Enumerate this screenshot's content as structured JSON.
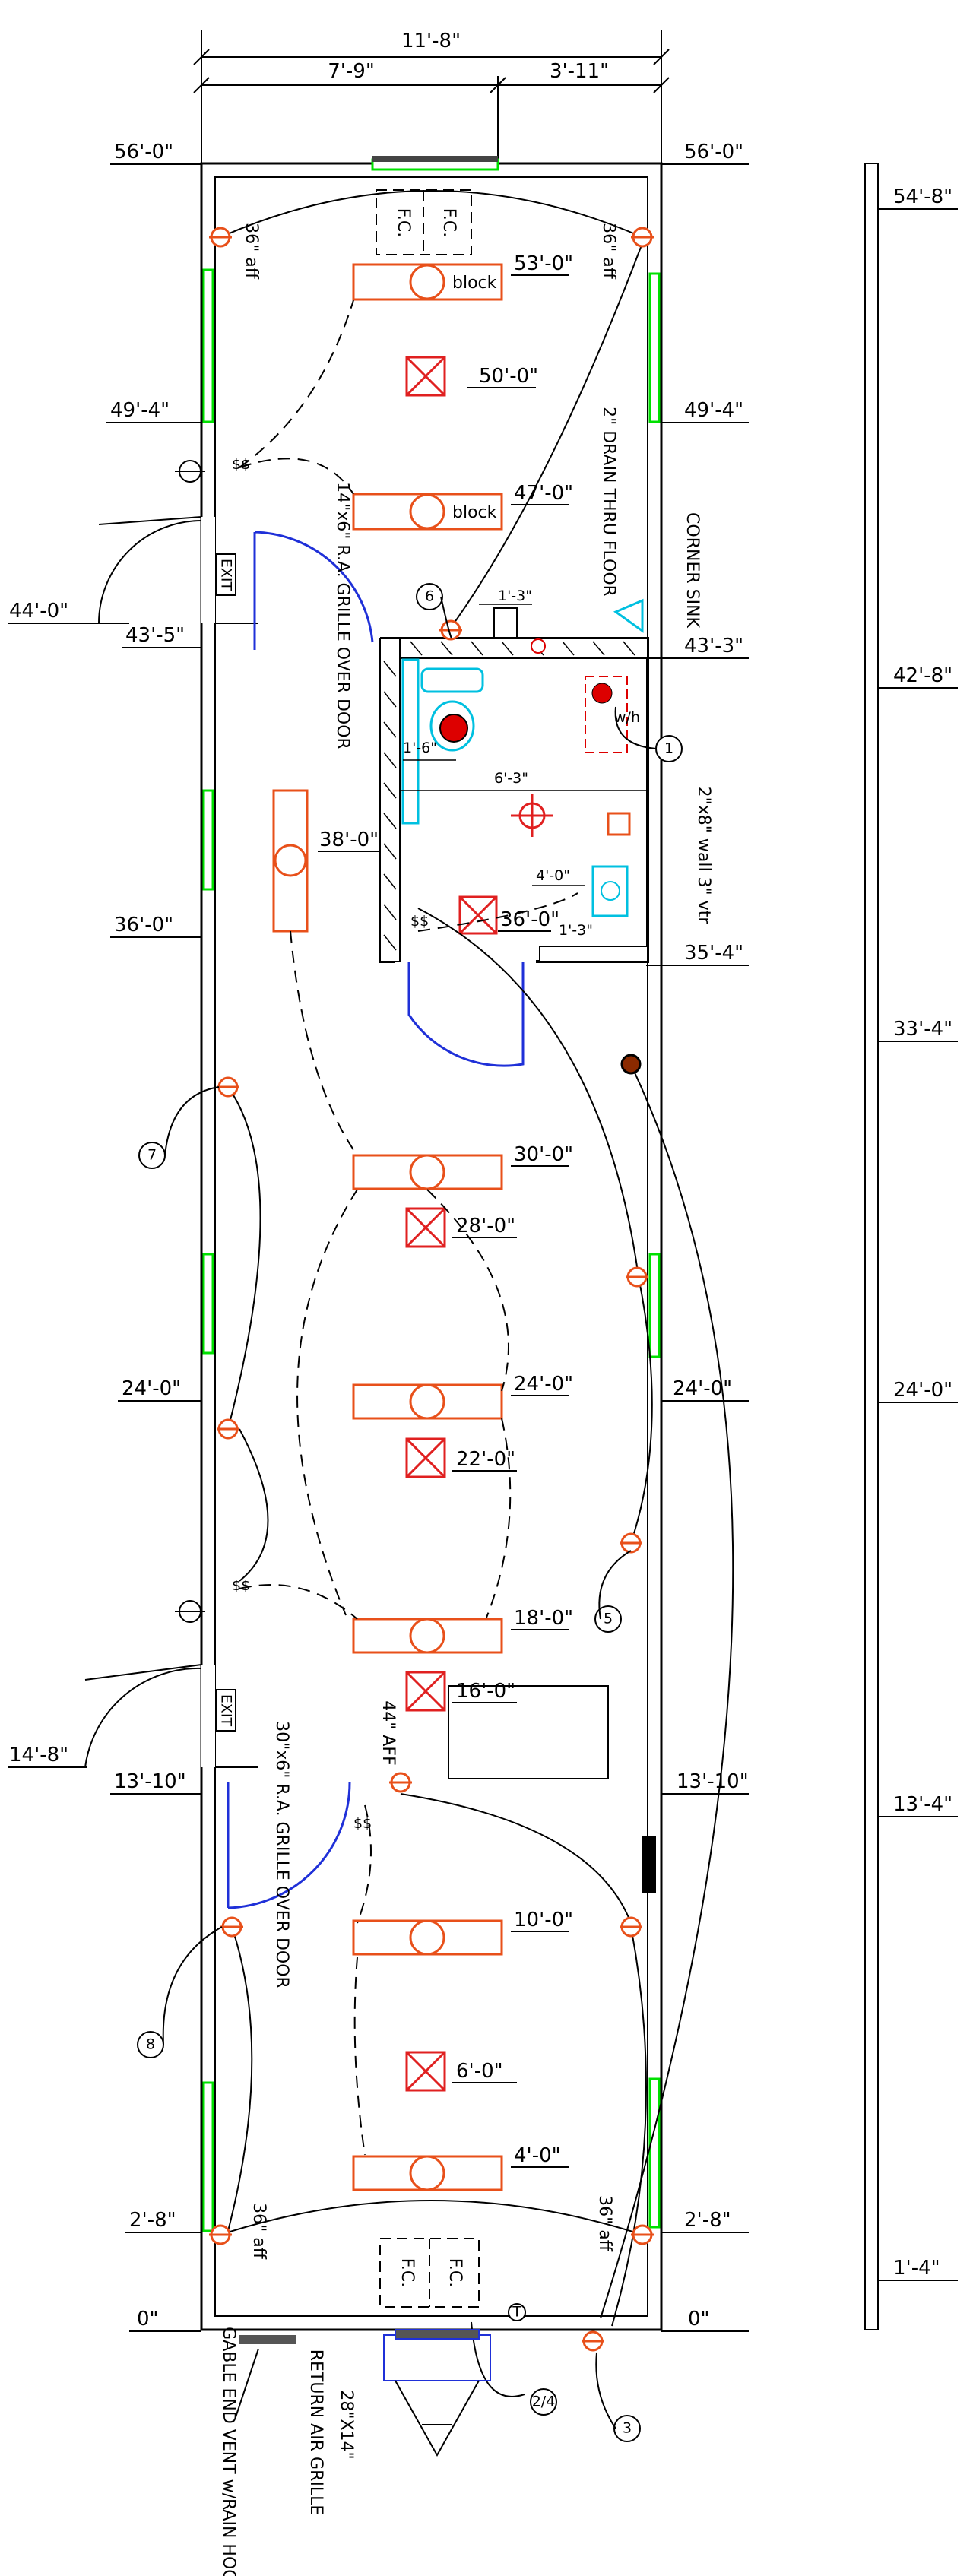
{
  "plan": {
    "overall_width": "11'-8\"",
    "width_left": "7'-9\"",
    "width_right": "3'-11\"",
    "elev_left": [
      "56'-0\"",
      "49'-4\"",
      "44'-0\"",
      "43'-5\"",
      "36'-0\"",
      "24'-0\"",
      "14'-8\"",
      "13'-10\"",
      "2'-8\"",
      "0\""
    ],
    "elev_right": [
      "56'-0\"",
      "49'-4\"",
      "43'-3\"",
      "35'-4\"",
      "24'-0\"",
      "13'-10\"",
      "2'-8\"",
      "0\""
    ],
    "column_marks": [
      "54'-8\"",
      "42'-8\"",
      "33'-4\"",
      "24'-0\"",
      "13'-4\"",
      "1'-4\""
    ],
    "fixture_marks": [
      "53'-0\"",
      "50'-0\"",
      "47'-0\"",
      "38'-0\"",
      "36'-0\"",
      "30'-0\"",
      "28'-0\"",
      "24'-0\"",
      "22'-0\"",
      "18'-0\"",
      "16'-0\"",
      "10'-0\"",
      "6'-0\"",
      "4'-0\""
    ],
    "bath_dims": [
      "1'-3\"",
      "1'-6\"",
      "6'-3\"",
      "4'-0\"",
      "1'-3\""
    ],
    "labels": {
      "block": "block",
      "fc": "F.C.",
      "exit": "EXIT",
      "aff_36": "36\" aff",
      "aff_44": "44\" AFF",
      "grille_top": "14\"x6\" R.A. GRILLE OVER DOOR",
      "grille_bottom": "30\"x6\" R.A. GRILLE OVER DOOR",
      "drain": "2\" DRAIN THRU FLOOR",
      "corner_sink": "CORNER SINK",
      "wh": "w/h",
      "vtr": "2\"x8\" wall 3\" vtr",
      "return_air": "RETURN AIR GRILLE",
      "return_size": "28\"X14\"",
      "gable_vent": "GABLE END VENT w/RAIN HOOD (TYP)",
      "switch": "$$",
      "t": "T"
    },
    "circuits": [
      "1",
      "2/4",
      "3",
      "5",
      "6",
      "7",
      "8"
    ]
  }
}
